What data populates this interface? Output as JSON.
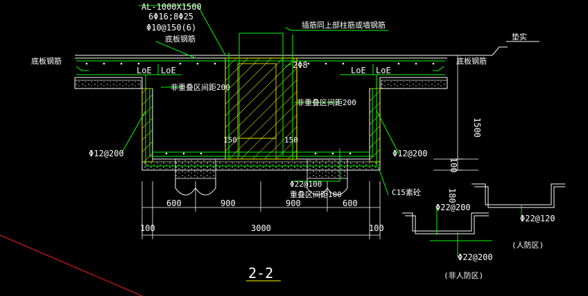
{
  "labels": {
    "al": "AL-1000X1500",
    "rebar_main": "6Φ16;8Φ25",
    "stirrup": "Φ10@150(6)",
    "slab_bar_top": "底板钢筋",
    "column_anchor": "插筋同上部柱筋或墙钢筋",
    "fill": "垫实",
    "slab_bar_left": "底板钢筋",
    "slab_bar_right": "底板钢筋",
    "loe_1": "LoE",
    "loe_2": "LoE",
    "loe_3": "LoE",
    "loe_4": "LoE",
    "spacing_2phi8": "2Φ8",
    "nonoverlap_left": "非重叠区间距200",
    "nonoverlap_right": "非重叠区间距200",
    "dim_150_left": "150",
    "dim_150_right": "150",
    "bar_left": "Φ12@200",
    "bar_right": "Φ12@200",
    "bar_phi22_100": "Φ22@100",
    "overlap_100": "重叠区间距100",
    "c15": "C15素砼",
    "d600_l": "600",
    "d900_l": "900",
    "d900_r": "900",
    "d600_r": "600",
    "d100_l": "100",
    "d3000": "3000",
    "d100_r": "100",
    "v1500": "1500",
    "v100": "100",
    "v180": "180",
    "det_phi22_200_a": "Φ22@200",
    "det_phi22_120": "Φ22@120",
    "det_phi22_200_b": "Φ22@200",
    "civil": "(人防区)",
    "noncivil": "(非人防区)",
    "section": "2-2"
  }
}
